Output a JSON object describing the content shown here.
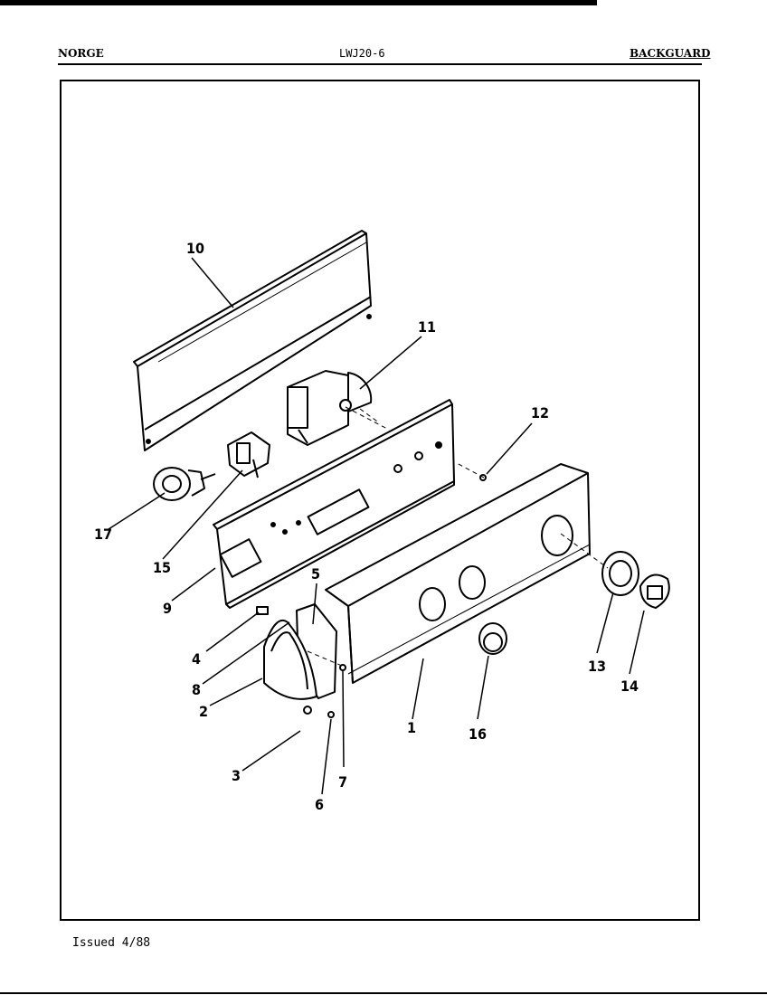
{
  "header": {
    "brand": "NORGE",
    "model": "LWJ20-6",
    "section": "BACKGUARD"
  },
  "footer": {
    "issued": "Issued 4/88"
  },
  "callouts": [
    "10",
    "11",
    "12",
    "17",
    "15",
    "9",
    "5",
    "4",
    "8",
    "2",
    "3",
    "6",
    "7",
    "1",
    "16",
    "13",
    "14"
  ]
}
